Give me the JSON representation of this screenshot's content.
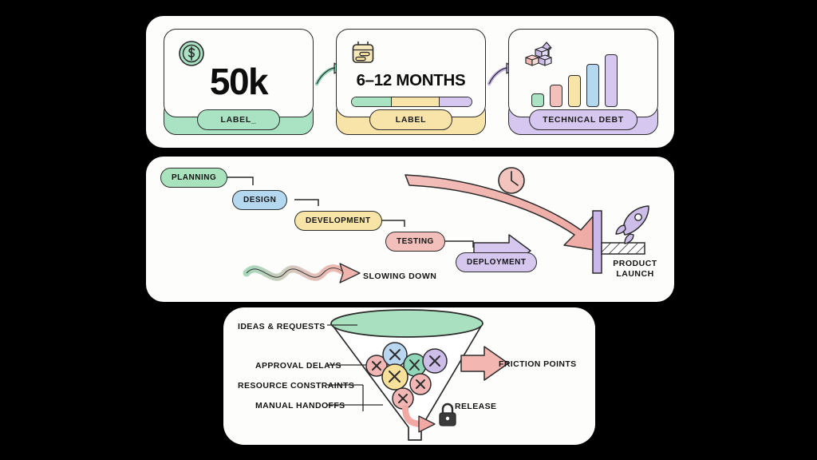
{
  "background_color": "#000000",
  "panels": {
    "metrics": {
      "cards": [
        {
          "icon": "dollar-coin-icon",
          "value": "50k",
          "pill_label": "LABEL_",
          "accent": "#a9e3c4"
        },
        {
          "icon": "calendar-icon",
          "value": "6–12 MONTHS",
          "pill_label": "LABEL",
          "accent": "#f8e3a8",
          "progress_segments": [
            {
              "color": "#a9e3c4",
              "percent": 33
            },
            {
              "color": "#f8e3a8",
              "percent": 40
            },
            {
              "color": "#d5c7ef",
              "percent": 27
            }
          ]
        },
        {
          "icon": "blocks-growth-icon",
          "pill_label": "TECHNICAL DEBT",
          "accent": "#d5c7ef",
          "bars": [
            {
              "color": "#a9e3c4",
              "height": 17
            },
            {
              "color": "#f3bfbb",
              "height": 28
            },
            {
              "color": "#f7e4a6",
              "height": 40
            },
            {
              "color": "#b3d8ef",
              "height": 54
            },
            {
              "color": "#d5c7ef",
              "height": 66
            }
          ]
        }
      ],
      "connector_icon": "curved-arrow-icon"
    },
    "pipeline": {
      "stages": [
        {
          "label": "PLANNING",
          "color": "#a9e3bd"
        },
        {
          "label": "DESIGN",
          "color": "#b3d8ef"
        },
        {
          "label": "DEVELOPMENT",
          "color": "#f7e4a6"
        },
        {
          "label": "TESTING",
          "color": "#f3bfbb"
        },
        {
          "label": "DEPLOYMENT",
          "color": "#d6c7ef"
        }
      ],
      "slowing_label": "SLOWING DOWN",
      "launch_label_line1": "PRODUCT",
      "launch_label_line2": "LAUNCH",
      "clock_icon": "clock-icon",
      "rocket_icon": "rocket-icon",
      "delay_arrow_color": "#f0b7b2",
      "launch_arrow_color": "#d6c7ef"
    },
    "funnel": {
      "inputs": [
        "IDEAS & REQUESTS",
        "APPROVAL DELAYS",
        "RESOURCE CONSTRAINTS",
        "MANUAL HANDOFFS"
      ],
      "friction_label": "FRICTION POINTS",
      "release_label": "RELEASE",
      "lock_icon": "lock-icon",
      "funnel_color": "#a9e0bf",
      "friction_arrow_color": "#f3b6b1",
      "blockers": [
        {
          "color": "#f2b7b4"
        },
        {
          "color": "#b8d6ef"
        },
        {
          "color": "#8fd6b8"
        },
        {
          "color": "#cdbde9"
        },
        {
          "color": "#f7e09a"
        },
        {
          "color": "#f2b7b4"
        },
        {
          "color": "#f2b7b4"
        }
      ]
    }
  }
}
